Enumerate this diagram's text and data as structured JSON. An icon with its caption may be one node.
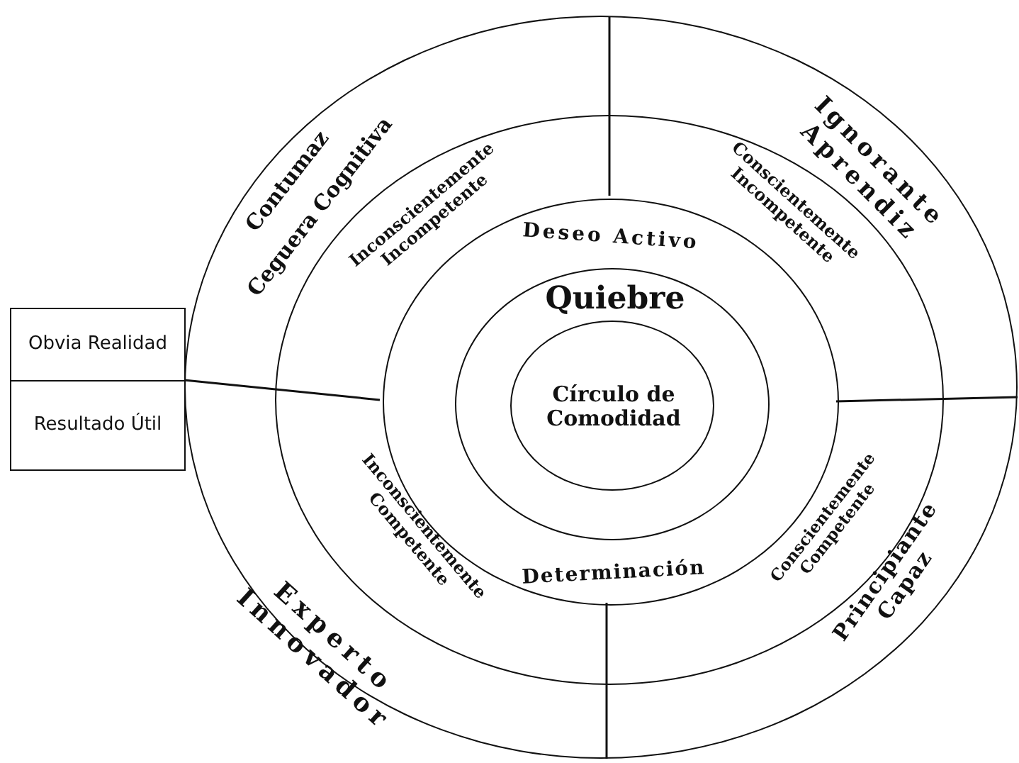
{
  "diagram": {
    "nodes": [
      {
        "text": [],
        "shape": "circle"
      },
      {
        "text": [],
        "shape": "circle",
        "in": 0
      },
      {
        "text": [
          "Deseo Activo",
          "Determinación"
        ],
        "in": 1
      },
      {
        "text": [
          "Quiebre"
        ],
        "in": 2
      },
      {
        "text": [
          "Círculo de Comodidad"
        ],
        "in": 3
      },
      {
        "text": [
          "Obvia Realidad"
        ]
      },
      {
        "text": [
          "Resultado Útil"
        ]
      }
    ],
    "labels": [
      "Contumaz",
      "Ceguera Cognitiva",
      "Inconscientemente Incompetente",
      "Ignorante Aprendiz",
      "Conscientemente Incompetente",
      "Inconscientemente Competente",
      "Conscientemente Competente",
      "Principiante Capaz",
      "Experto Innovador"
    ]
  }
}
